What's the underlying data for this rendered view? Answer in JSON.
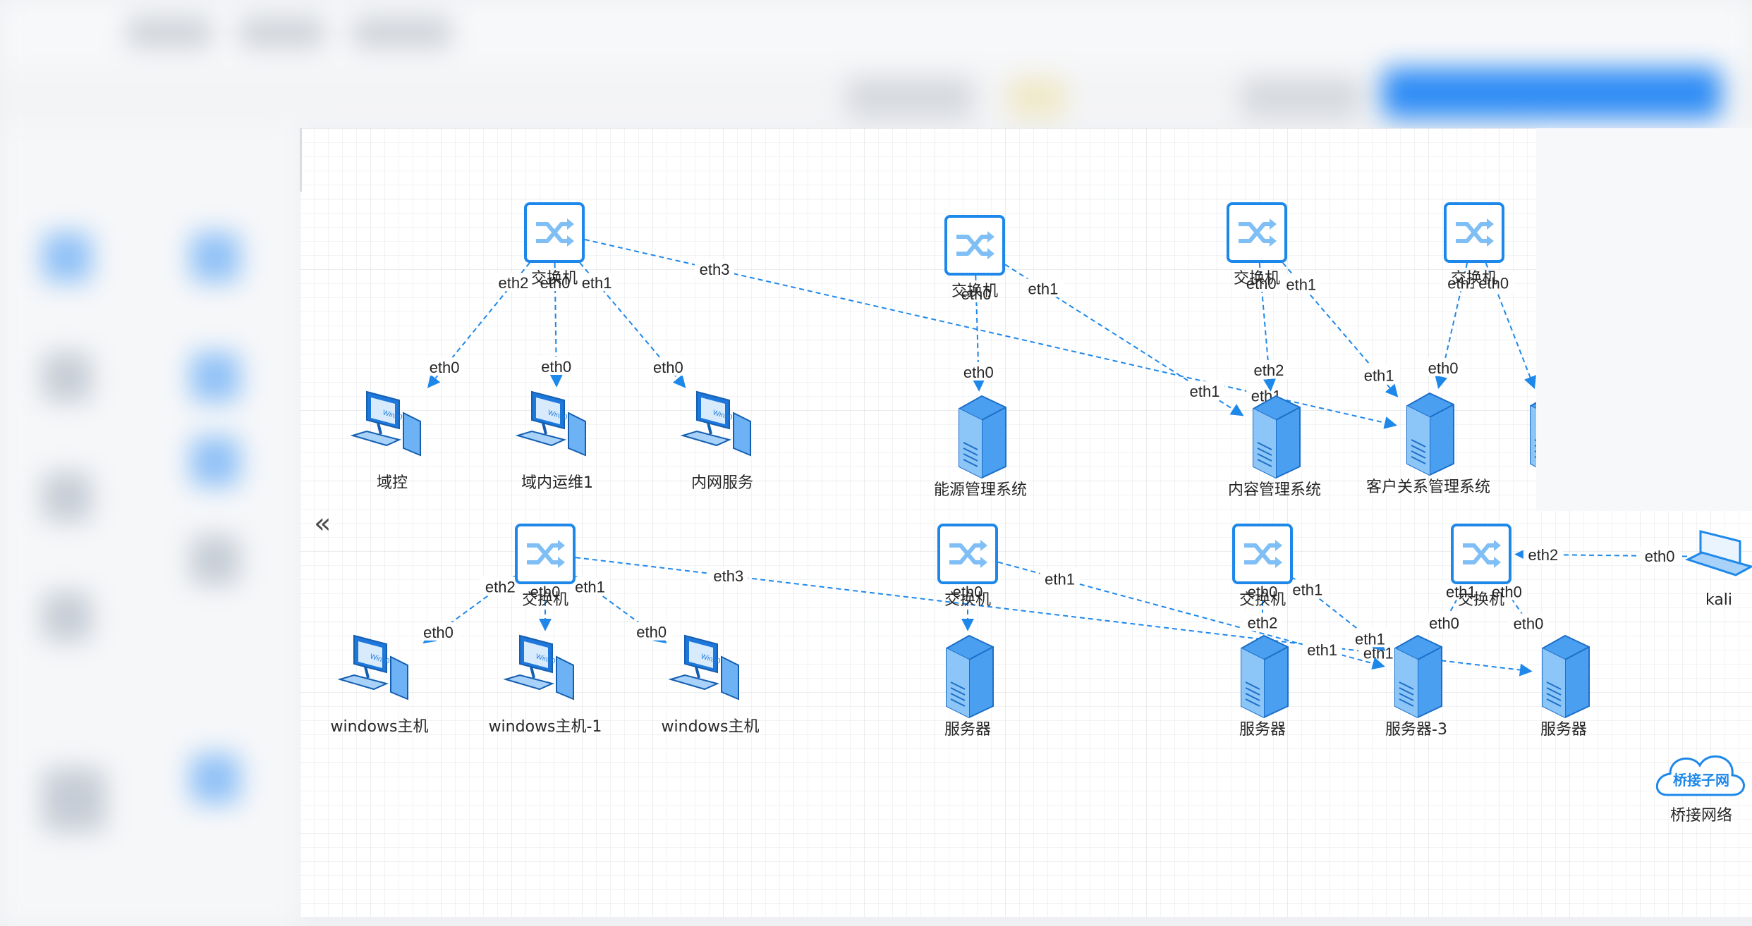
{
  "collapse_glyph": "«",
  "links": [
    {
      "from": "sw_a",
      "to": "h_yukong",
      "lf": "eth2",
      "lt": "eth0"
    },
    {
      "from": "sw_a",
      "to": "h_ops",
      "lf": "eth0",
      "lt": "eth0"
    },
    {
      "from": "sw_a",
      "to": "h_intranet",
      "lf": "eth1",
      "lt": "eth0"
    },
    {
      "from": "sw_a",
      "to": "s_crm",
      "lf": "eth3",
      "lt": "eth1"
    },
    {
      "from": "sw_b",
      "to": "s_energy",
      "lf": "eth0",
      "lt": "eth0"
    },
    {
      "from": "sw_b",
      "to": "s_cms",
      "lf": "eth1",
      "lt": "eth1"
    },
    {
      "from": "sw_c",
      "to": "s_cms",
      "lf": "eth0",
      "lt": "eth2"
    },
    {
      "from": "sw_c",
      "to": "s_crm",
      "lf": "eth1",
      "lt": "eth1"
    },
    {
      "from": "sw_d",
      "to": "s_crm",
      "lf": "eth1",
      "lt": "eth0"
    },
    {
      "from": "sw_d",
      "to": "s_hidden",
      "lf": "eth0",
      "lt": ""
    },
    {
      "from": "s_cms",
      "to": "s_cms",
      "lf": "",
      "lt": "eth0"
    },
    {
      "from": "sw_e",
      "to": "w_host1",
      "lf": "eth2",
      "lt": "eth0"
    },
    {
      "from": "sw_e",
      "to": "w_host2",
      "lf": "eth0",
      "lt": ""
    },
    {
      "from": "sw_e",
      "to": "w_host3",
      "lf": "eth1",
      "lt": "eth0"
    },
    {
      "from": "sw_e",
      "to": "srv_4",
      "lf": "eth3",
      "lt": "eth1"
    },
    {
      "from": "sw_f",
      "to": "srv_1",
      "lf": "eth0",
      "lt": ""
    },
    {
      "from": "sw_f",
      "to": "srv_3",
      "lf": "eth1",
      "lt": "eth1"
    },
    {
      "from": "sw_g",
      "to": "srv_2",
      "lf": "eth0",
      "lt": "eth2"
    },
    {
      "from": "sw_g",
      "to": "srv_3",
      "lf": "eth1",
      "lt": "eth1"
    },
    {
      "from": "sw_h",
      "to": "srv_3",
      "lf": "eth1",
      "lt": "eth0"
    },
    {
      "from": "sw_h",
      "to": "srv_4",
      "lf": "eth0",
      "lt": "eth0"
    },
    {
      "from": "kali",
      "to": "sw_h",
      "lf": "eth0",
      "lt": "eth2"
    }
  ],
  "nodes": [
    {
      "id": "sw_a",
      "type": "switch",
      "label": "交换机"
    },
    {
      "id": "sw_b",
      "type": "switch",
      "label": "交换机"
    },
    {
      "id": "sw_c",
      "type": "switch",
      "label": "交换机"
    },
    {
      "id": "sw_d",
      "type": "switch",
      "label": "交换机"
    },
    {
      "id": "h_yukong",
      "type": "host",
      "label": "域控"
    },
    {
      "id": "h_ops",
      "type": "host",
      "label": "域内运维1"
    },
    {
      "id": "h_intranet",
      "type": "host",
      "label": "内网服务"
    },
    {
      "id": "s_energy",
      "type": "server",
      "label": "能源管理系统"
    },
    {
      "id": "s_cms",
      "type": "server",
      "label": "内容管理系统"
    },
    {
      "id": "s_crm",
      "type": "server",
      "label": "客户关系管理系统"
    },
    {
      "id": "s_hidden",
      "type": "server",
      "label": ""
    },
    {
      "id": "sw_e",
      "type": "switch",
      "label": "交换机"
    },
    {
      "id": "sw_f",
      "type": "switch",
      "label": "交换机"
    },
    {
      "id": "sw_g",
      "type": "switch",
      "label": "交换机"
    },
    {
      "id": "sw_h",
      "type": "switch",
      "label": "交换机"
    },
    {
      "id": "w_host1",
      "type": "host",
      "label": "windows主机"
    },
    {
      "id": "w_host2",
      "type": "host",
      "label": "windows主机-1"
    },
    {
      "id": "w_host3",
      "type": "host",
      "label": "windows主机"
    },
    {
      "id": "srv_1",
      "type": "server",
      "label": "服务器"
    },
    {
      "id": "srv_2",
      "type": "server",
      "label": "服务器"
    },
    {
      "id": "srv_3",
      "type": "server",
      "label": "服务器-3"
    },
    {
      "id": "srv_4",
      "type": "server",
      "label": "服务器"
    },
    {
      "id": "kali",
      "type": "laptop",
      "label": "kali"
    },
    {
      "id": "bridge",
      "type": "cloud",
      "label": "桥接网络",
      "inner": "桥接子网"
    }
  ],
  "colors": {
    "accent": "#1e88ea",
    "grid": "#e4e7eb",
    "grid_major": "#d5d9de",
    "text": "#262626"
  }
}
